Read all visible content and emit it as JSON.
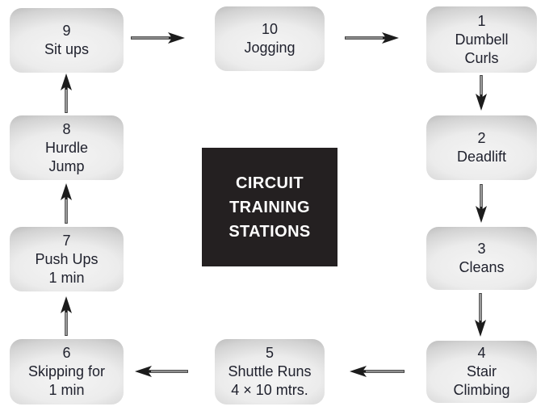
{
  "center": {
    "lines": [
      "CIRCUIT",
      "TRAINING",
      "STATIONS"
    ]
  },
  "stations": [
    {
      "number": "1",
      "lines": [
        "Dumbell",
        "Curls"
      ]
    },
    {
      "number": "2",
      "lines": [
        "Deadlift"
      ]
    },
    {
      "number": "3",
      "lines": [
        "Cleans"
      ]
    },
    {
      "number": "4",
      "lines": [
        "Stair",
        "Climbing"
      ]
    },
    {
      "number": "5",
      "lines": [
        "Shuttle Runs",
        "4 × 10 mtrs."
      ]
    },
    {
      "number": "6",
      "lines": [
        "Skipping for",
        "1 min"
      ]
    },
    {
      "number": "7",
      "lines": [
        "Push Ups",
        "1 min"
      ]
    },
    {
      "number": "8",
      "lines": [
        "Hurdle",
        "Jump"
      ]
    },
    {
      "number": "9",
      "lines": [
        "Sit ups"
      ]
    },
    {
      "number": "10",
      "lines": [
        "Jogging"
      ]
    }
  ],
  "flow": [
    {
      "from": "1",
      "to": "2"
    },
    {
      "from": "2",
      "to": "3"
    },
    {
      "from": "3",
      "to": "4"
    },
    {
      "from": "4",
      "to": "5"
    },
    {
      "from": "5",
      "to": "6"
    },
    {
      "from": "6",
      "to": "7"
    },
    {
      "from": "7",
      "to": "8"
    },
    {
      "from": "8",
      "to": "9"
    },
    {
      "from": "9",
      "to": "10"
    },
    {
      "from": "10",
      "to": "1"
    }
  ],
  "colors": {
    "background": "#ffffff",
    "station_text": "#20222e",
    "station_gradient_center": "#f4f4f4",
    "station_gradient_edge": "#8f8f8f",
    "center_box_background": "#242021",
    "center_box_text": "#ffffff",
    "arrow": "#1c1c1c"
  }
}
